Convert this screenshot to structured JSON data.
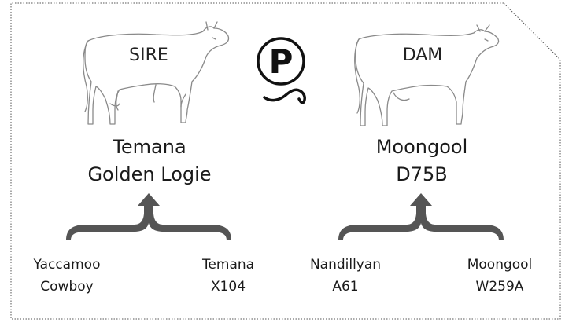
{
  "colors": {
    "border": "#555555",
    "brace": "#555555",
    "outline": "#8a8a8a",
    "text": "#1a1a1a"
  },
  "sire": {
    "tag": "SIRE",
    "name": [
      "Temana",
      "Golden Logie"
    ],
    "parents": [
      {
        "lines": [
          "Yaccamoo",
          "Cowboy"
        ]
      },
      {
        "lines": [
          "Temana",
          "X104"
        ]
      }
    ]
  },
  "dam": {
    "tag": "DAM",
    "name": [
      "Moongool",
      "D75B"
    ],
    "parents": [
      {
        "lines": [
          "Nandillyan",
          "A61"
        ]
      },
      {
        "lines": [
          "Moongool",
          "W259A"
        ]
      }
    ]
  },
  "poll_symbol": {
    "letter": "P",
    "icon": "poll-marker-icon"
  }
}
